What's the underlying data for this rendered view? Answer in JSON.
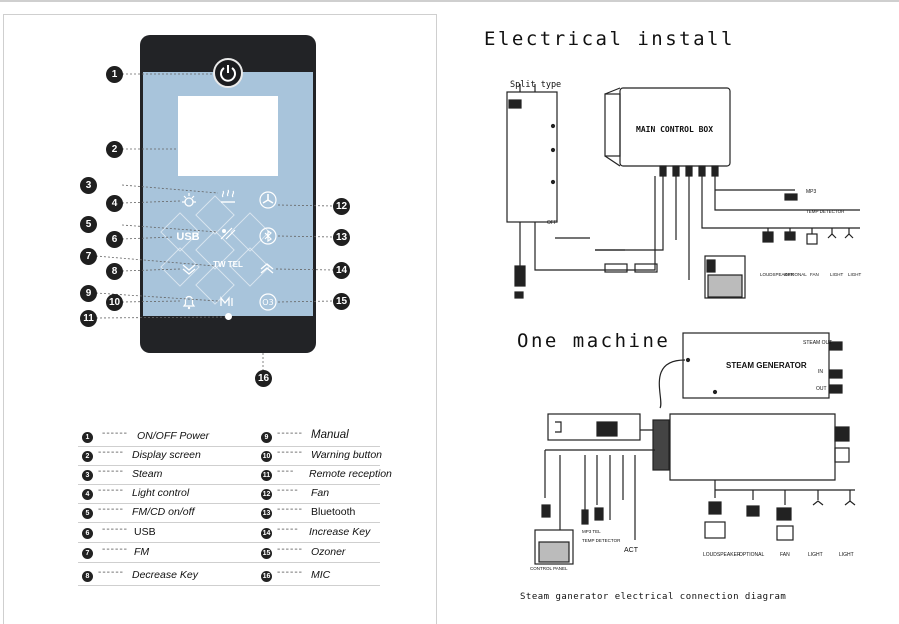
{
  "title_electrical": "Electrical install",
  "title_one_machine": "One machine",
  "caption": "Steam ganerator electrical connection diagram",
  "split_type": "Split type",
  "split_box_label": "OFF",
  "main_control_box": "MAIN CONTROL BOX",
  "steam_generator": "STEAM GENERATOR",
  "mp3_label": "MP3",
  "temp_detector": "TEMP DETECTOR",
  "temp_detector_2": "TEMP DETECTOR",
  "mp3_tel": "MP3 TEL",
  "act": "ACT",
  "control_panel": "CONTROL PANEL",
  "steam_out": "STEAM OUT",
  "in_label": "IN",
  "out_label": "OUT",
  "top_devices": [
    "LOUDSPEAKER",
    "OPTIONAL",
    "FAN",
    "LIGHT",
    "LIGHT"
  ],
  "bottom_devices": [
    "LOUDSPEAKER",
    "OPTIONAL",
    "FAN",
    "LIGHT",
    "LIGHT"
  ],
  "panel": {
    "usb": "USB",
    "tel": "TW TEL"
  },
  "callouts": [
    "1",
    "2",
    "3",
    "4",
    "5",
    "6",
    "7",
    "8",
    "9",
    "10",
    "11",
    "12",
    "13",
    "14",
    "15",
    "16"
  ],
  "legend": [
    {
      "num": "1",
      "text": "ON/OFF Power"
    },
    {
      "num": "9",
      "text": "Manual"
    },
    {
      "num": "2",
      "text": "Display screen"
    },
    {
      "num": "10",
      "text": "Warning button"
    },
    {
      "num": "3",
      "text": "Steam"
    },
    {
      "num": "11",
      "text": "Remote reception"
    },
    {
      "num": "4",
      "text": "Light control"
    },
    {
      "num": "12",
      "text": "Fan"
    },
    {
      "num": "5",
      "text": "FM/CD on/off"
    },
    {
      "num": "13",
      "text": "Bluetooth"
    },
    {
      "num": "6",
      "text": "USB"
    },
    {
      "num": "14",
      "text": "Increase Key"
    },
    {
      "num": "7",
      "text": "FM"
    },
    {
      "num": "15",
      "text": "Ozoner"
    },
    {
      "num": "8",
      "text": "Decrease Key"
    },
    {
      "num": "16",
      "text": "MIC"
    }
  ]
}
